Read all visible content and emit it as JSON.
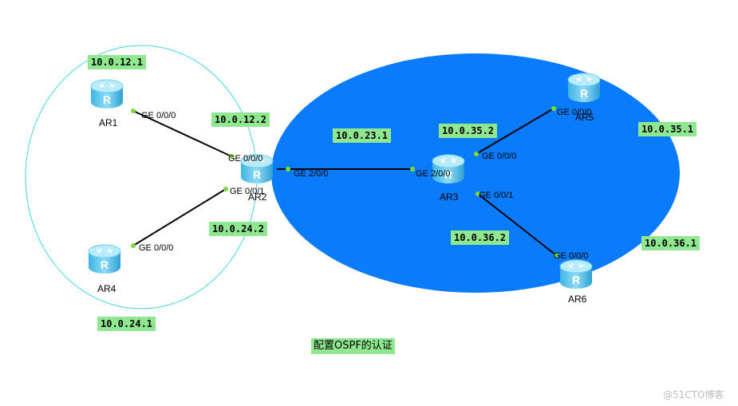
{
  "colors": {
    "area_blue": "#0a7cfb",
    "area_cyan_outline": "#3fd6e0",
    "link": "#000000",
    "port_dot": "#77dd33",
    "label_bg": "#8fe88f",
    "router_face": "#5fc8ef"
  },
  "routers": [
    {
      "id": "ar1",
      "name": "AR1",
      "icon": "router-icon"
    },
    {
      "id": "ar2",
      "name": "AR2",
      "icon": "router-icon"
    },
    {
      "id": "ar3",
      "name": "AR3",
      "icon": "router-icon"
    },
    {
      "id": "ar4",
      "name": "AR4",
      "icon": "router-icon"
    },
    {
      "id": "ar5",
      "name": "AR5",
      "icon": "router-icon"
    },
    {
      "id": "ar6",
      "name": "AR6",
      "icon": "router-icon"
    }
  ],
  "links": [
    {
      "from": "AR1",
      "to": "AR2",
      "from_port": "GE 0/0/0",
      "to_port": "GE 0/0/0"
    },
    {
      "from": "AR4",
      "to": "AR2",
      "from_port": "GE 0/0/0",
      "to_port": "GE 0/0/1"
    },
    {
      "from": "AR2",
      "to": "AR3",
      "from_port": "GE 2/0/0",
      "to_port": "GE 2/0/0"
    },
    {
      "from": "AR3",
      "to": "AR5",
      "from_port": "GE 0/0/0",
      "to_port": "GE 0/0/0"
    },
    {
      "from": "AR3",
      "to": "AR6",
      "from_port": "GE 0/0/1",
      "to_port": "GE 0/0/0"
    }
  ],
  "ip_labels": {
    "ar1_ip": "10.0.12.1",
    "ar2_ip_12": "10.0.12.2",
    "ar2_ip_23": "10.0.23.1",
    "ar3_ip_35": "10.0.35.2",
    "ar5_ip": "10.0.35.1",
    "ar2_ip_24": "10.0.24.2",
    "ar3_ip_36": "10.0.36.2",
    "ar6_ip": "10.0.36.1",
    "ar4_ip": "10.0.24.1"
  },
  "caption": "配置OSPF的认证",
  "watermark": "@51CTO博客"
}
